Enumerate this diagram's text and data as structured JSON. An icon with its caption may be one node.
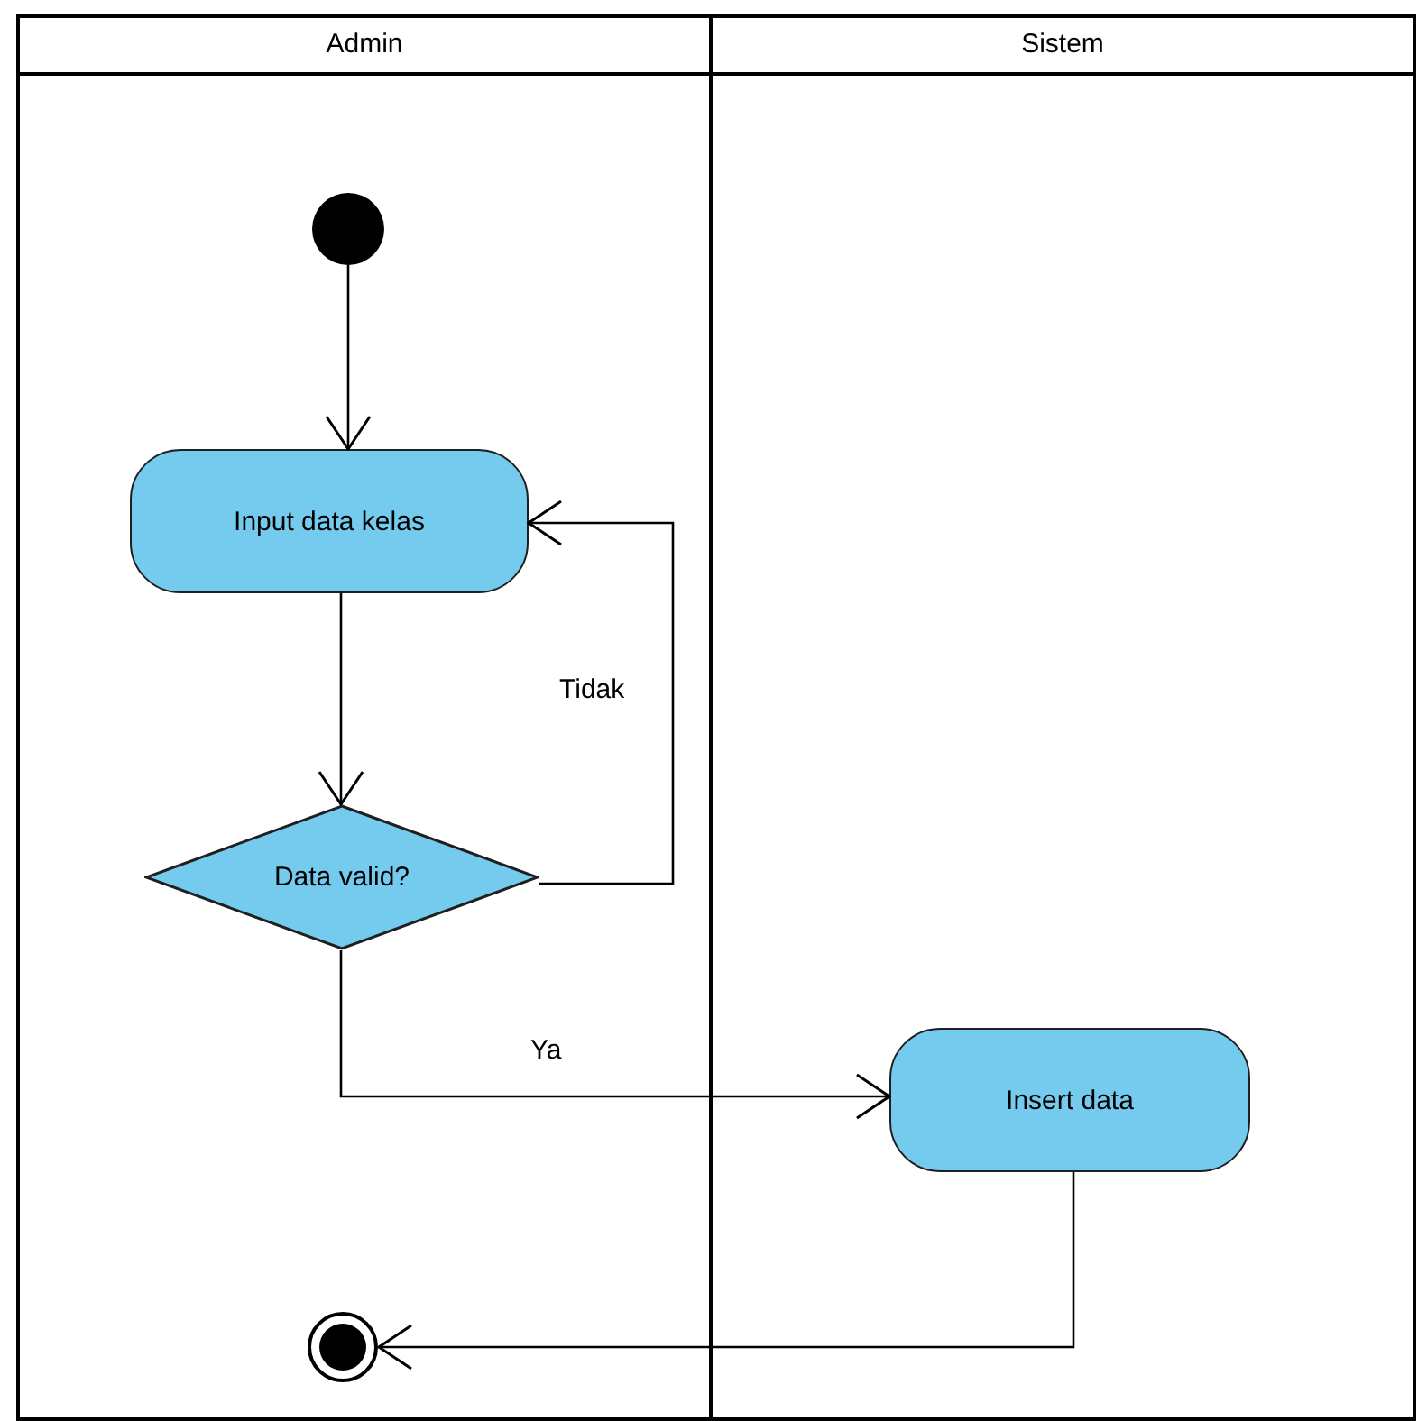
{
  "diagram": {
    "nodes": [
      {
        "text": [
          "Admin"
        ]
      },
      {
        "text": [
          "Sistem"
        ]
      },
      {
        "text": [],
        "shape": "circle",
        "in": 0
      },
      {
        "text": [
          "Input data kelas"
        ],
        "in": 0
      },
      {
        "text": [
          "Data valid?"
        ],
        "in": 0
      },
      {
        "text": [
          "Insert data"
        ],
        "in": 1
      },
      {
        "text": [],
        "shape": "circle",
        "in": 0
      }
    ],
    "edges": [
      {
        "from": 2,
        "to": 3,
        "arrow": "to"
      },
      {
        "from": 3,
        "to": 4,
        "arrow": "to"
      },
      {
        "from": 4,
        "to": 3,
        "arrow": "to",
        "label": "Tidak"
      },
      {
        "from": 4,
        "to": 5,
        "arrow": "to",
        "label": "Ya"
      },
      {
        "from": 5,
        "to": 6,
        "arrow": "to"
      }
    ]
  }
}
